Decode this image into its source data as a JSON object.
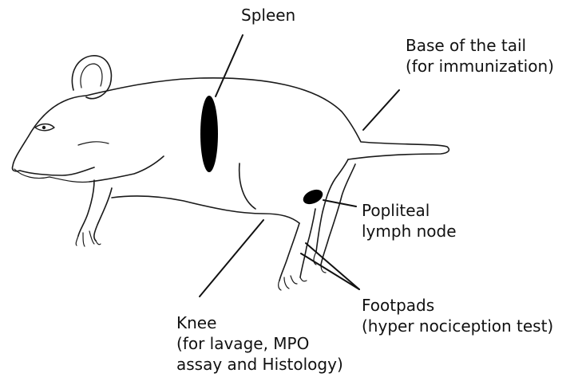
{
  "labels": {
    "spleen": "Spleen",
    "tail": {
      "line1": "Base of the tail",
      "line2": "(for immunization)"
    },
    "popliteal": {
      "line1": "Popliteal",
      "line2": "lymph node"
    },
    "footpads": {
      "line1": "Footpads",
      "line2": "(hyper nociception test)"
    },
    "knee": {
      "line1": "Knee",
      "line2": "(for lavage, MPO",
      "line3": "assay and Histology)"
    }
  },
  "colors": {
    "outline": "#1a1a1a",
    "organ_fill": "#000000",
    "text": "#111111",
    "background": "#ffffff"
  }
}
